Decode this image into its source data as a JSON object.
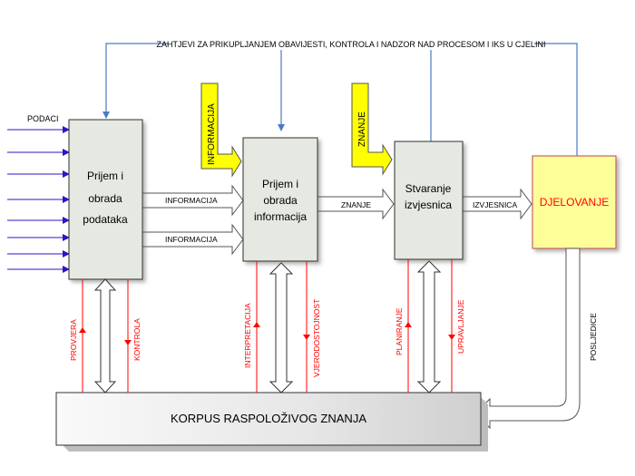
{
  "title_line": "ZAHTJEVI ZA PRIKUPLJANJEM OBAVIJESTI, KONTROLA I NADZOR NAD PROCESOM I IKS U CJELINI",
  "inputs_label": "PODACI",
  "boxes": {
    "box1": [
      "Prijem i",
      "obrada",
      "podataka"
    ],
    "box2": [
      "Prijem i",
      "obrada",
      "informacija"
    ],
    "box3": [
      "Stvaranje",
      "izvjesnica"
    ],
    "box4": "DJELOVANJE"
  },
  "arrows": {
    "info_upper": "INFORMACIJA",
    "info_lower": "INFORMACIJA",
    "znanje": "ZNANJE",
    "izvjesnica": "IZVJESNICA",
    "info_input": "INFORMACIJA",
    "znanje_input": "ZNANJE",
    "posljedice": "POSLJEDICE"
  },
  "vertical_labels": {
    "provjera": "PROVJERA",
    "kontrola": "KONTROLA",
    "interpretacija": "INTERPRETACIJA",
    "vjerodostojnost": "VJERODOSTOJNOST",
    "planiranje": "PLANIRANJE",
    "upravljanje": "UPRAVLJANJE"
  },
  "corpus_label": "KORPUS RASPOLOŽIVOG ZNANJA",
  "colors": {
    "box_fill": "#e6e8e2",
    "action_fill": "#ffff99",
    "action_text": "#ff0000",
    "feedback_line": "#4a7ac6",
    "input_arrow": "#2a14c8",
    "yellow_arrow": "#ffff00",
    "red_line": "#ff0000"
  }
}
